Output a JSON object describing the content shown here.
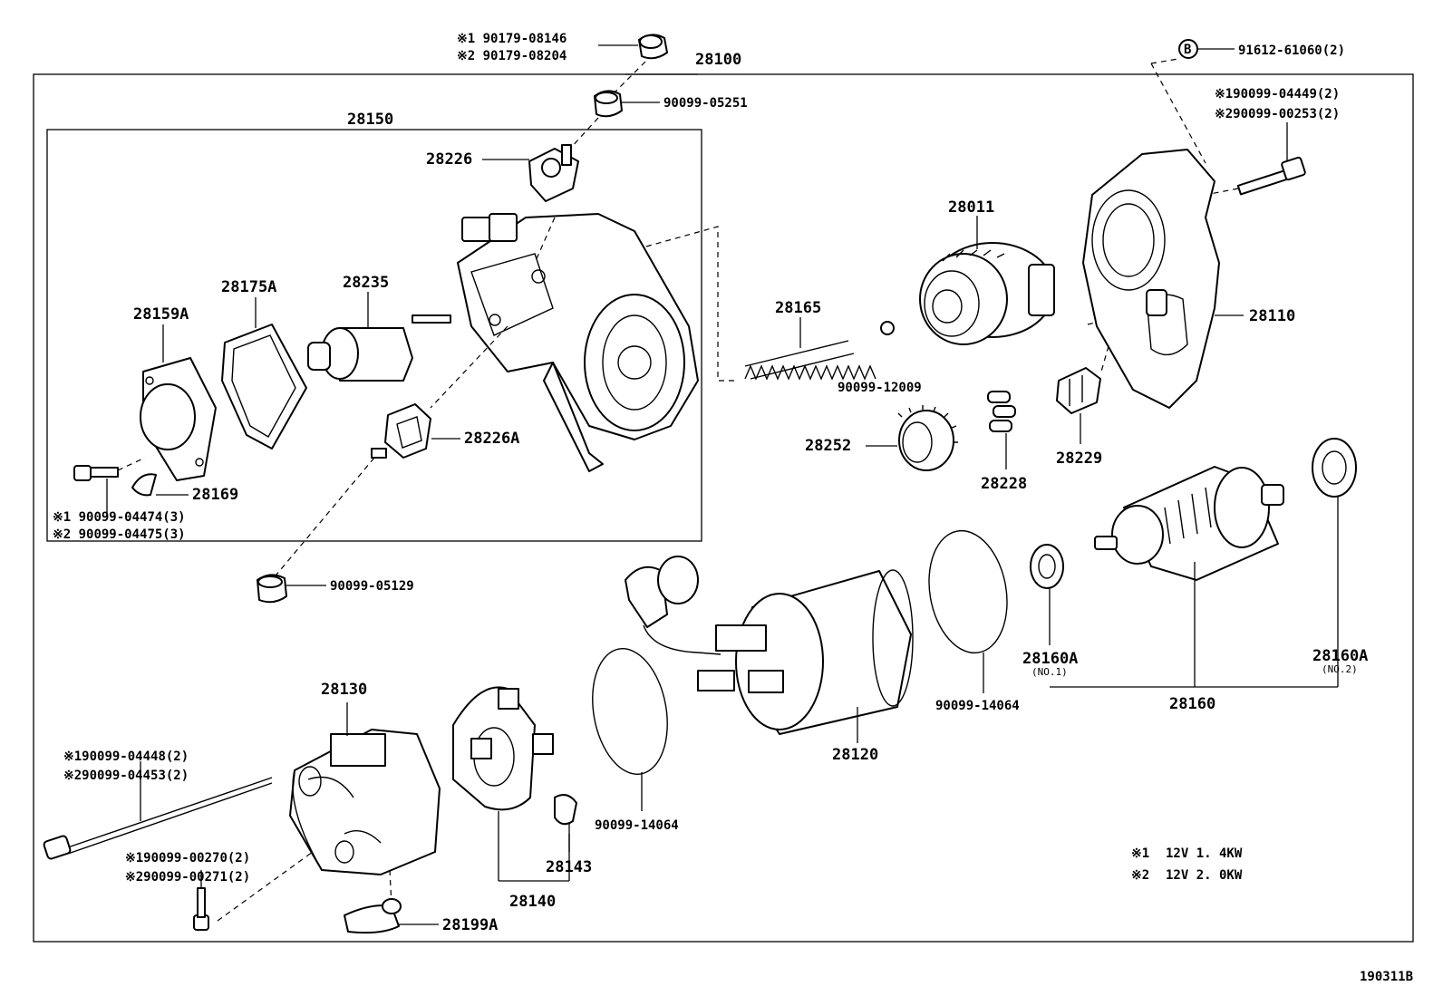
{
  "diagram": {
    "assembly_label": "28100",
    "subassembly_label": "28150",
    "figure_id": "190311B",
    "notes": [
      {
        "mark": "※1",
        "text": "12V  1. 4KW"
      },
      {
        "mark": "※2",
        "text": "12V  2. 0KW"
      }
    ],
    "parts": {
      "p90179_1": "※1 90179-08146",
      "p90179_2": "※2 90179-08204",
      "p90099_05251": "90099-05251",
      "p91612": "91612-61060(2)",
      "p91612_mark": "B",
      "p90099_04449": "※190099-04449(2)",
      "p90099_00253": "※290099-00253(2)",
      "p28226": "28226",
      "p28175A": "28175A",
      "p28235": "28235",
      "p28159A": "28159A",
      "p28226A": "28226A",
      "p28169": "28169",
      "p90099_04474": "※1 90099-04474(3)",
      "p90099_04475": "※2 90099-04475(3)",
      "p90099_05129": "90099-05129",
      "p28165": "28165",
      "p90099_12009": "90099-12009",
      "p28011": "28011",
      "p28110": "28110",
      "p28252": "28252",
      "p28228": "28228",
      "p28229": "28229",
      "p28160A_1": "28160A",
      "p28160A_1_sub": "(NO.1)",
      "p28160A_2": "28160A",
      "p28160A_2_sub": "(NO.2)",
      "p28160": "28160",
      "p90099_14064_a": "90099-14064",
      "p90099_14064_b": "90099-14064",
      "p28120": "28120",
      "p28130": "28130",
      "p90099_04448": "※190099-04448(2)",
      "p90099_04453": "※290099-04453(2)",
      "p90099_00270": "※190099-00270(2)",
      "p90099_00271": "※290099-00271(2)",
      "p28143": "28143",
      "p28140": "28140",
      "p28199A": "28199A"
    }
  }
}
